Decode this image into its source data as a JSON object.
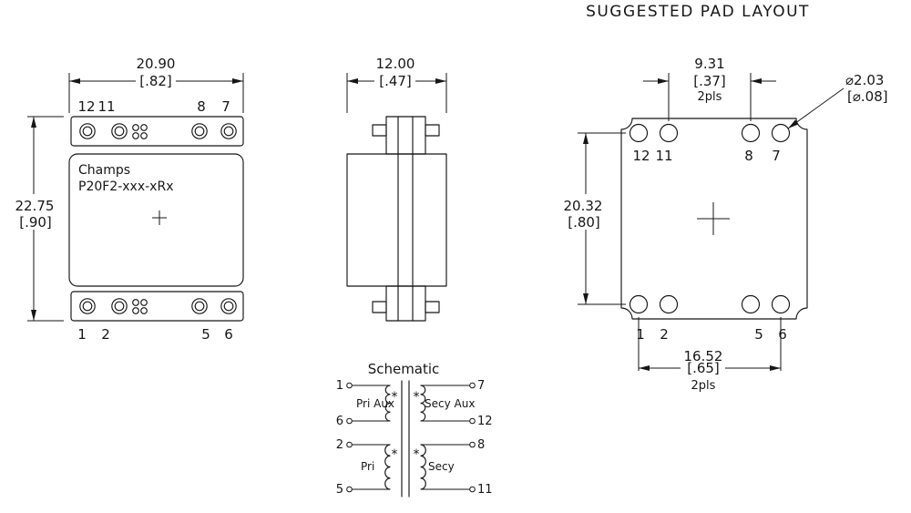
{
  "page": {
    "title": "SUGGESTED PAD LAYOUT"
  },
  "front_view": {
    "brand": "Champs",
    "part_number": "P20F2-xxx-xRx",
    "dim_width": {
      "mm": "20.90",
      "in": "[.82]"
    },
    "dim_height": {
      "mm": "22.75",
      "in": "[.90]"
    },
    "pins_top": [
      "12",
      "11",
      "8",
      "7"
    ],
    "pins_bottom": [
      "1",
      "2",
      "5",
      "6"
    ]
  },
  "side_view": {
    "dim_width": {
      "mm": "12.00",
      "in": "[.47]"
    }
  },
  "pad_layout": {
    "pins_top": [
      "12",
      "11",
      "8",
      "7"
    ],
    "pins_bottom": [
      "1",
      "2",
      "5",
      "6"
    ],
    "dim_pad_pitch_top": {
      "mm": "9.31",
      "in": "[.37]",
      "note": "2pls"
    },
    "dim_pad_diameter": {
      "mm": "⌀2.03",
      "in": "[⌀.08]"
    },
    "dim_row_spacing": {
      "mm": "20.32",
      "in": "[.80]"
    },
    "dim_pad_pitch_bottom": {
      "mm": "16.52",
      "in": "[.65]",
      "note": "2pls"
    }
  },
  "schematic": {
    "title": "Schematic",
    "polarity_mark": "*",
    "windings": [
      {
        "label": "Pri Aux",
        "pin_start": "1",
        "pin_end": "6"
      },
      {
        "label": "Pri",
        "pin_start": "2",
        "pin_end": "5"
      },
      {
        "label": "Secy Aux",
        "pin_start": "7",
        "pin_end": "12"
      },
      {
        "label": "Secy",
        "pin_start": "8",
        "pin_end": "11"
      }
    ]
  }
}
